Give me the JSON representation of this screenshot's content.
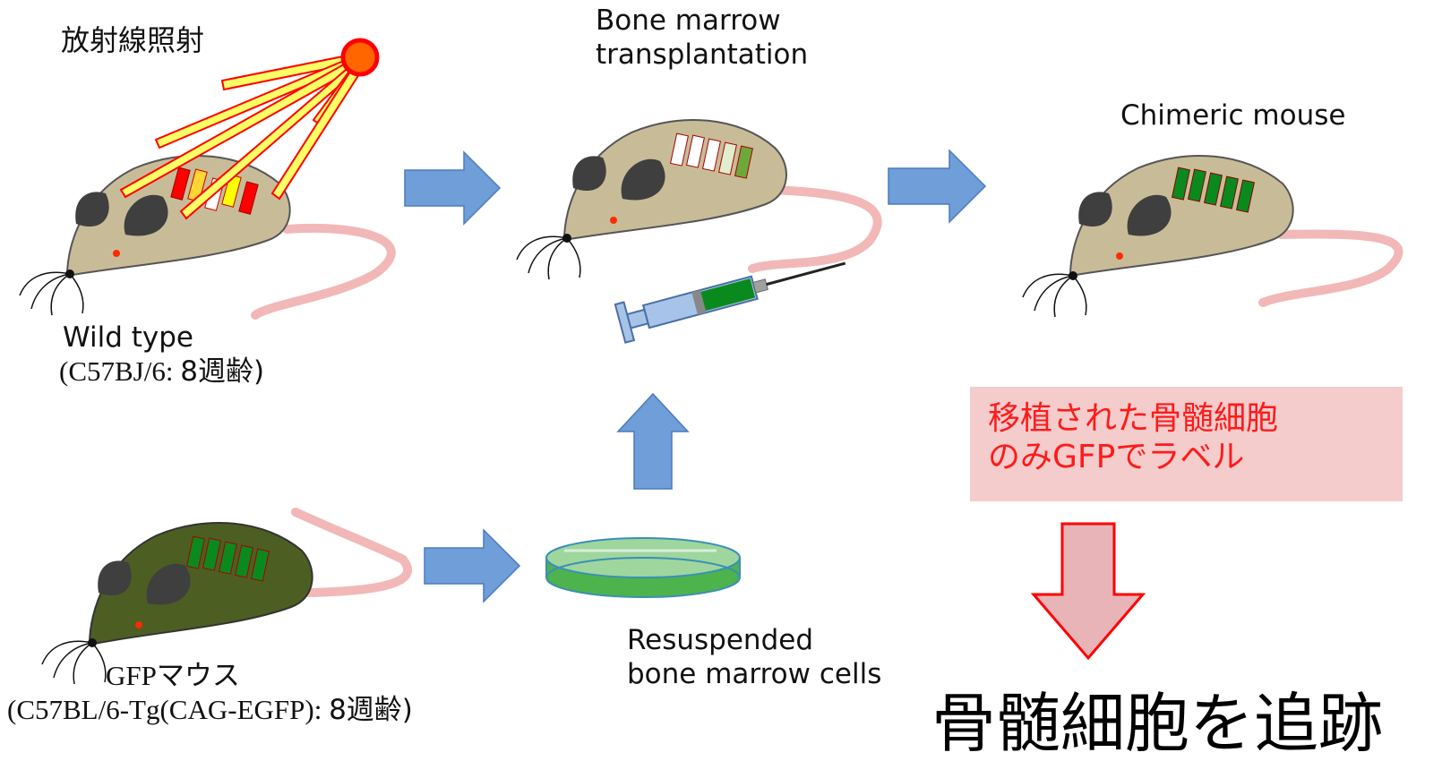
{
  "labels": {
    "irradiation": "放射線照射",
    "transplant_line1": "Bone marrow",
    "transplant_line2": "transplantation",
    "chimeric": "Chimeric mouse",
    "wild_type_line1": "Wild type",
    "wild_type_line2_en": "(C57BJ/6: ",
    "wild_type_line2_jp": "8週齢)",
    "gfp_line1_en": "GFP",
    "gfp_line1_jp": "マウス",
    "gfp_line2_en": "(C57BL/6-Tg(CAG-EGFP): ",
    "gfp_line2_jp": "8週齢)",
    "resuspended_line1": "Resuspended",
    "resuspended_line2": "bone marrow cells"
  },
  "callout": {
    "line1": "移植された骨髄細胞",
    "line2": "のみGFPでラベル"
  },
  "result": "骨髄細胞を追跡",
  "colors": {
    "mouse_body": "#c8bc98",
    "gfp_mouse_body": "#4d5e22",
    "ear": "#3f3f3f",
    "tail": "#f2b8b8",
    "arrow_blue": "#6f9ed8",
    "radiation": "#ff0000",
    "radiation_fill": "#ffff66",
    "gfp_green": "#0a8a1e",
    "callout_bg": "#f4cccc",
    "callout_text": "#ff1a1a",
    "down_arrow": "#e8b4b8"
  }
}
